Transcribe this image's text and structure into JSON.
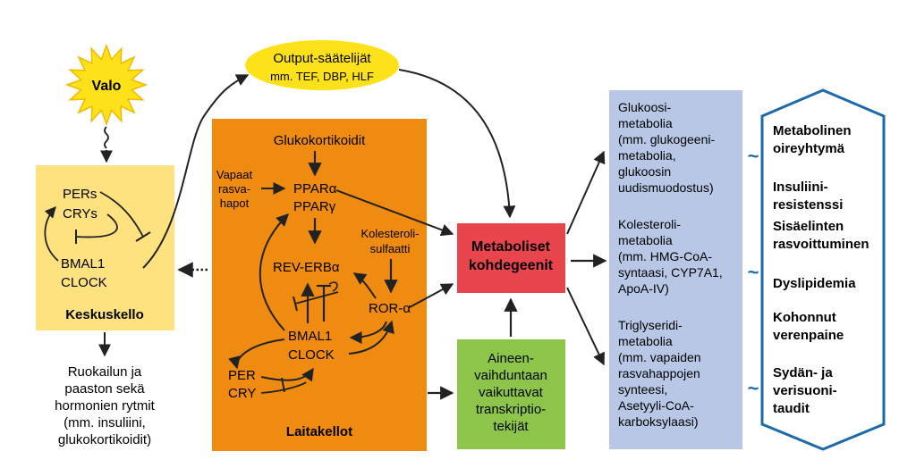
{
  "colors": {
    "sun": "#fde21a",
    "central_clock_fill": "#fde27f",
    "output_fill": "#fde21a",
    "peripheral_fill": "#f08b12",
    "metabolic_targets_fill": "#e8454c",
    "transcription_fill": "#8cc54a",
    "pathways_fill": "#b8c7e6",
    "outcomes_border": "#1e6aa9",
    "tilde": "#1e6aa9",
    "arrow": "#222222"
  },
  "sun": {
    "label": "Valo"
  },
  "central_clock": {
    "title": "Keskuskello",
    "pers": "PERs",
    "crys": "CRYs",
    "bmal1": "BMAL1",
    "clock": "CLOCK"
  },
  "rhythms_note": {
    "lines": [
      "Ruokailun ja",
      "paaston sekä",
      "hormonien rytmit",
      "(mm. insuliini,",
      "glukokortikoidit)"
    ]
  },
  "output_regulators": {
    "title": "Output-säätelijät",
    "subtitle": "mm. TEF, DBP, HLF"
  },
  "peripheral_clock": {
    "title": "Laitakellot",
    "glucocorticoids": "Glukokortikoidit",
    "fatty_acids": [
      "Vapaat",
      "rasva-",
      "hapot"
    ],
    "ppar_a": "PPARα",
    "ppar_g": "PPARγ",
    "cholesterol_sulfate": [
      "Kolesteroli-",
      "sulfaatti"
    ],
    "rev_erb": "REV-ERBα",
    "ror": "ROR-α",
    "bmal1": "BMAL1",
    "clock": "CLOCK",
    "per": "PER",
    "cry": "CRY"
  },
  "metabolic_targets": {
    "lines": [
      "Metaboliset",
      "kohdegeenit"
    ]
  },
  "transcription_factors": {
    "lines": [
      "Aineen-",
      "vaihduntaan",
      "vaikuttavat",
      "transkriptio-",
      "tekijät"
    ]
  },
  "pathways": {
    "glucose": [
      "Glukoosi-",
      "metabolia",
      "(mm. glukogeeni-",
      "metabolia,",
      "glukoosin",
      "uudismuodostus)"
    ],
    "cholesterol": [
      "Kolesteroli-",
      "metabolia",
      "(mm. HMG-CoA-",
      "syntaasi, CYP7A1,",
      "ApoA-IV)"
    ],
    "triglyceride": [
      "Triglyseridi-",
      "metabolia",
      "(mm. vapaiden",
      "rasvahappojen",
      "synteesi,",
      "Asetyyli-CoA-",
      "karboksylaasi)"
    ]
  },
  "outcomes": {
    "tilde": "~",
    "metabolic_syndrome": [
      "Metabolinen",
      "oireyhtymä"
    ],
    "insulin_resistance": [
      "Insuliini-",
      "resistenssi"
    ],
    "visceral_obesity": [
      "Sisäelinten",
      "rasvoittuminen"
    ],
    "dyslipidemia": [
      "Dyslipidemia"
    ],
    "hypertension": [
      "Kohonnut",
      "verenpaine"
    ],
    "cvd": [
      "Sydän- ja",
      "verisuoni-",
      "taudit"
    ]
  }
}
